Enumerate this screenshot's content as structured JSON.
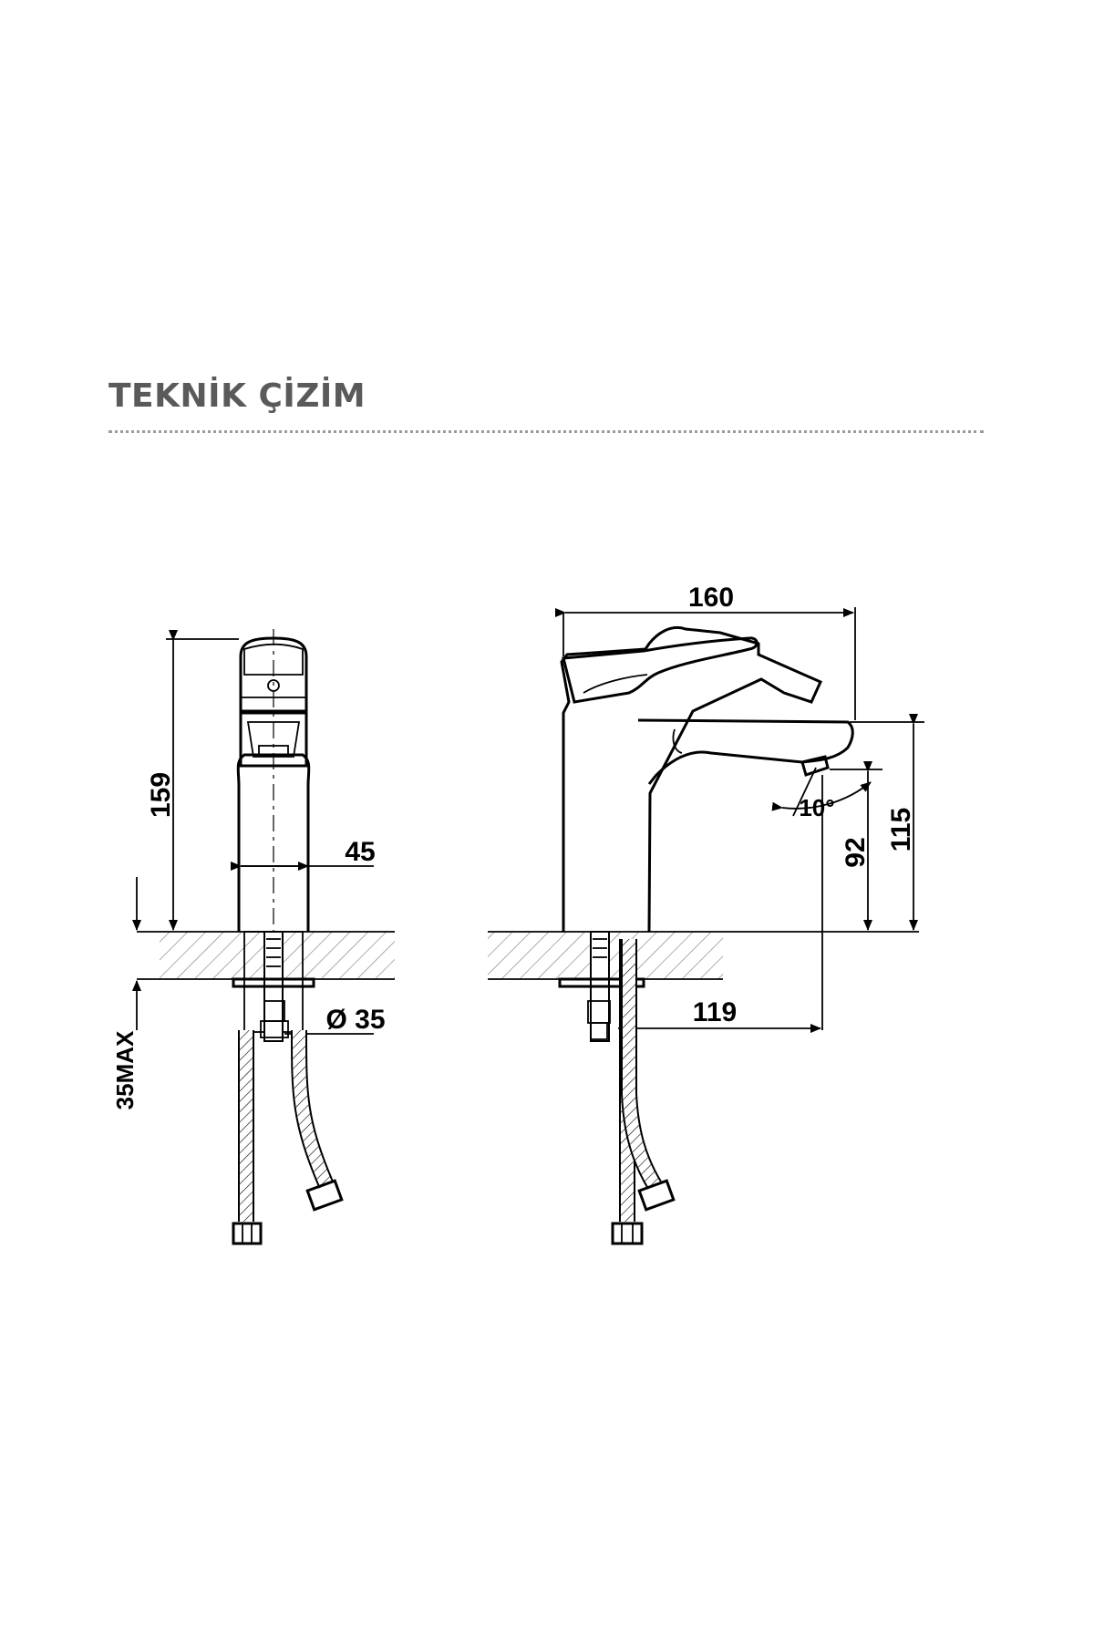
{
  "section": {
    "title": "TEKNİK ÇİZİM"
  },
  "drawing": {
    "front_view": {
      "height_label": "159",
      "body_width_label": "45",
      "hole_diameter_label": "Ø 35",
      "max_thickness_label": "35MAX"
    },
    "side_view": {
      "length_label": "160",
      "angle_label": "10°",
      "spout_height_label": "92",
      "outlet_height_label": "115",
      "reach_label": "119"
    }
  }
}
